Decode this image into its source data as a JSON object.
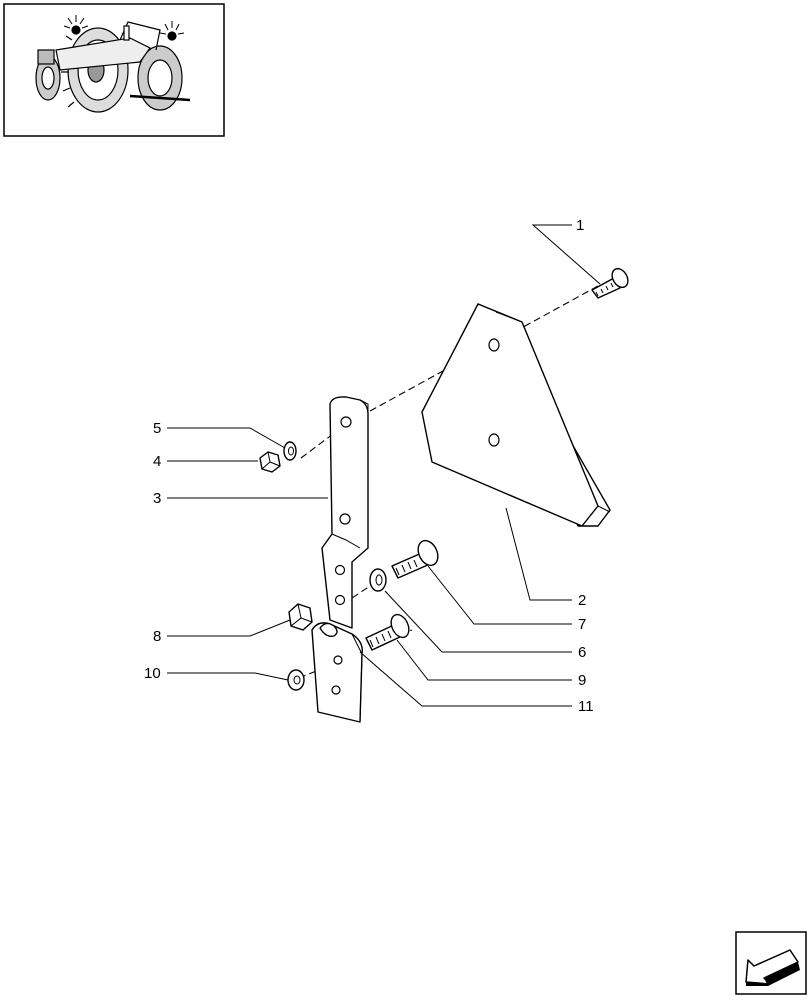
{
  "thumbnail": {
    "icon": "tractor-icon"
  },
  "nav": {
    "icon": "arrow-back-icon"
  },
  "callouts": [
    {
      "ref": "1"
    },
    {
      "ref": "2"
    },
    {
      "ref": "3"
    },
    {
      "ref": "4"
    },
    {
      "ref": "5"
    },
    {
      "ref": "6"
    },
    {
      "ref": "7"
    },
    {
      "ref": "8"
    },
    {
      "ref": "9"
    },
    {
      "ref": "10"
    },
    {
      "ref": "11"
    }
  ]
}
